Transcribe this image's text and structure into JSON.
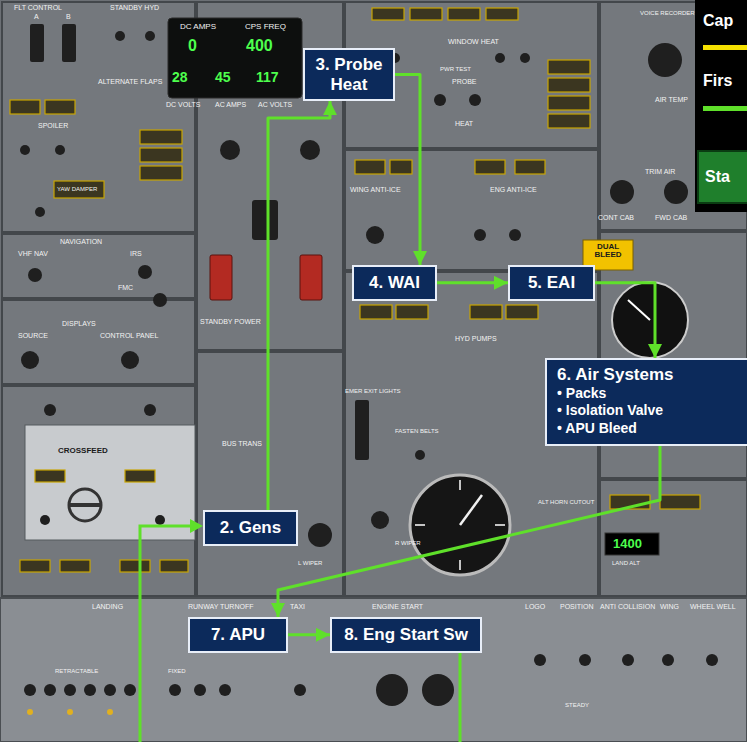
{
  "diagram": {
    "nodes": [
      {
        "text": [
          "Sta"
        ]
      },
      {
        "text": [
          "3. Probe Heat"
        ]
      },
      {
        "text": [
          "4. WAI"
        ]
      },
      {
        "text": [
          "5. EAI"
        ]
      },
      {
        "text": [
          "6. Air Systems",
          "• Packs",
          "• Isolation Valve",
          "• APU Bleed"
        ]
      },
      {
        "text": [
          "2. Gens"
        ]
      },
      {
        "text": [
          "7. APU"
        ]
      },
      {
        "text": [
          "8. Eng Start Sw"
        ]
      }
    ],
    "edges": [
      {
        "from": 5,
        "to": 1,
        "arrow": "to"
      },
      {
        "from": 1,
        "to": 2,
        "arrow": "to"
      },
      {
        "from": 2,
        "to": 3,
        "arrow": "to"
      },
      {
        "from": 3,
        "to": 4,
        "arrow": "to"
      },
      {
        "from": 4,
        "to": 6,
        "arrow": "to"
      },
      {
        "from": 6,
        "to": 7,
        "arrow": "to"
      }
    ],
    "labels": [
      "FLT CONTROL",
      "STANDBY HYD",
      "A",
      "B",
      "ALTERNATE FLAPS",
      "SPOILER",
      "YAW DAMPER",
      "NAVIGATION",
      "VHF NAV",
      "IRS",
      "FMC",
      "DISPLAYS",
      "SOURCE",
      "CONTROL PANEL",
      "CROSSFEED",
      "DC AMPS",
      "CPS FREQ",
      "0",
      "400",
      "28",
      "45",
      "117",
      "DC VOLTS",
      "AC AMPS",
      "AC VOLTS",
      "STANDBY POWER",
      "BUS TRANS",
      "WINDOW HEAT",
      "PWR TEST",
      "PROBE",
      "HEAT",
      "VOICE RECORDER",
      "AIR TEMP",
      "TRIM AIR",
      "CONT CAB",
      "FWD CAB",
      "WING ANTI-ICE",
      "ENG ANTI-ICE",
      "DUAL BLEED",
      "HYD PUMPS",
      "EMER EXIT LIGHTS",
      "FASTEN BELTS",
      "ALT HORN CUTOUT",
      "1400",
      "LAND ALT",
      "L WIPER",
      "R WIPER",
      "LANDING",
      "RUNWAY TURNOFF",
      "TAXI",
      "ENGINE START",
      "LOGO",
      "POSITION",
      "ANTI COLLISION",
      "WING",
      "WHEEL WELL",
      "RETRACTABLE",
      "FIXED",
      "STEADY"
    ],
    "legend": [
      {
        "text": "Cap"
      },
      {
        "text": "Firs"
      }
    ]
  }
}
